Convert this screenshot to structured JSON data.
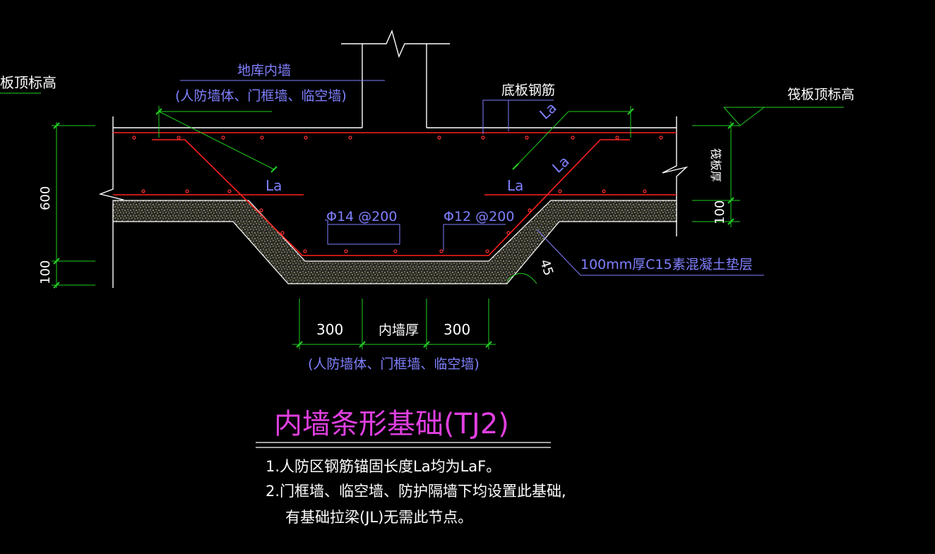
{
  "labels": {
    "top_left_elev": "板顶标高",
    "inner_wall": "地库内墙",
    "inner_wall_types": "(人防墙体、门框墙、临空墙)",
    "bottom_rebar": "底板钢筋",
    "raft_top_elev": "筏板顶标高",
    "raft_thickness": "筏板厚",
    "la": "La",
    "rebar_left": "Φ14 @200",
    "rebar_right": "Φ12 @200",
    "cushion": "100mm厚C15素混凝土垫层",
    "angle": "45",
    "dim_600": "600",
    "dim_100_left": "100",
    "dim_100_right": "100",
    "dim_300_left": "300",
    "dim_wall": "内墙厚",
    "dim_300_right": "300",
    "bottom_types": "(人防墙体、门框墙、临空墙)"
  },
  "title": "内墙条形基础(TJ2)",
  "notes": [
    "1.人防区钢筋锚固长度La均为LaF。",
    "2.门框墙、临空墙、防护隔墙下均设置此基础,",
    "有基础拉梁(JL)无需此节点。"
  ],
  "colors": {
    "background": "#000000",
    "rebar": "#ff2020",
    "dimension": "#20d020",
    "outline": "#ffffff",
    "text_blue": "#8080ff",
    "title": "#e040e0",
    "cushion_fill": "#8a8a7a"
  }
}
